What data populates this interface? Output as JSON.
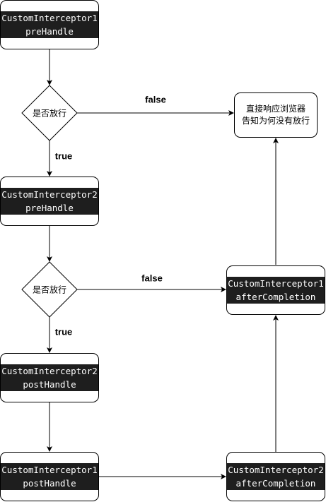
{
  "nodes": {
    "ci1_prehandle": {
      "line1": "CustomInterceptor1",
      "line2": "preHandle"
    },
    "ci2_prehandle": {
      "line1": "CustomInterceptor2",
      "line2": "preHandle"
    },
    "ci2_posthandle": {
      "line1": "CustomInterceptor2",
      "line2": "postHandle"
    },
    "ci1_posthandle": {
      "line1": "CustomInterceptor1",
      "line2": "postHandle"
    },
    "ci2_aftercompletion": {
      "line1": "CustomInterceptor2",
      "line2": "afterCompletion"
    },
    "ci1_aftercompletion": {
      "line1": "CustomInterceptor1",
      "line2": "afterCompletion"
    },
    "respond_browser": {
      "line1": "直接响应浏览器",
      "line2": "告知为何没有放行"
    }
  },
  "decisions": {
    "decision1": "是否放行",
    "decision2": "是否放行"
  },
  "edges": {
    "d1_false": "false",
    "d1_true": "true",
    "d2_false": "false",
    "d2_true": "true"
  }
}
